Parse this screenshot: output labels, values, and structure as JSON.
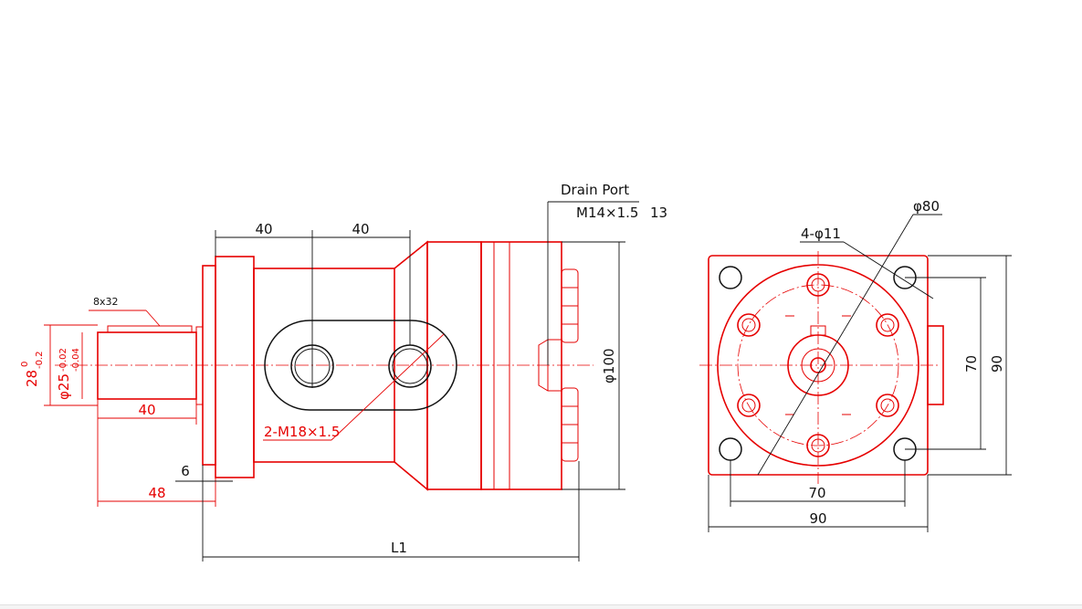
{
  "labels": {
    "drain_port": "Drain Port",
    "drain_thread": "M14×1.5",
    "drain_depth": "13",
    "dim_40_a": "40",
    "dim_40_b": "40",
    "key": "8x32",
    "shaft_28": "28",
    "shaft_28_tol_up": "0",
    "shaft_28_tol_low": "-0.2",
    "shaft_dia": "φ25",
    "shaft_dia_tol_up": "-0.02",
    "shaft_dia_tol_low": "-0.04",
    "dim_40_shaft": "40",
    "ports": "2-M18×1.5",
    "dim_6": "6",
    "dim_48": "48",
    "dim_L1": "L1",
    "dia_100": "φ100",
    "dia_80": "φ80",
    "holes": "4-φ11",
    "dim_70_h": "70",
    "dim_90_h": "90",
    "dim_70_v": "70",
    "dim_90_v": "90"
  },
  "colors": {
    "outline": "#e60000",
    "dimension": "#111111",
    "background": "#ffffff"
  }
}
